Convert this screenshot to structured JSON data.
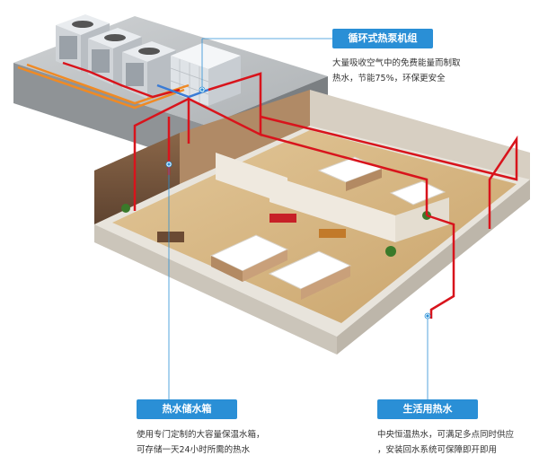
{
  "callouts": {
    "heat_pump": {
      "title": "循环式热泵机组",
      "lines": [
        "大量吸收空气中的免费能量而制取",
        "热水，节能75%，环保更安全"
      ]
    },
    "storage_tank": {
      "title": "热水储水箱",
      "lines": [
        "使用专门定制的大容量保温水箱，",
        "可存储一天24小时所需的热水"
      ]
    },
    "domestic_water": {
      "title": "生活用热水",
      "lines": [
        "中央恒温热水，可满足多点同时供应",
        "，安装回水系统可保障即开即用"
      ]
    }
  },
  "colors": {
    "accent_blue": "#2a8fd6",
    "hot_pipe": "#d8141c",
    "cold_pipe": "#f08a24",
    "return_pipe": "#3a7bd5"
  }
}
